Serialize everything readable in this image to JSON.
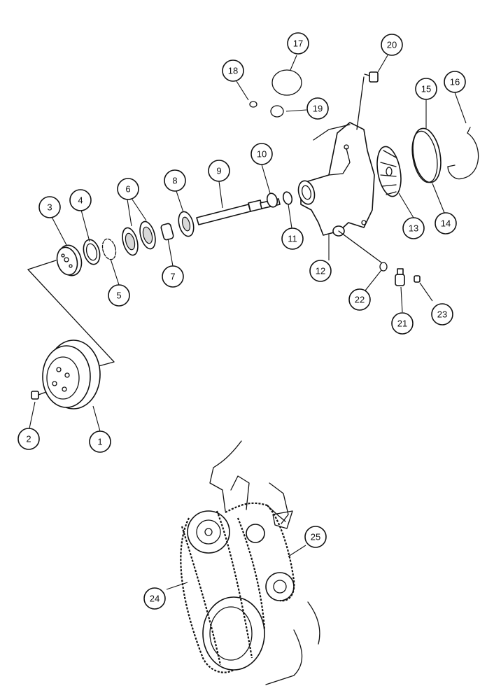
{
  "diagram": {
    "callouts": [
      {
        "id": "c1",
        "label": "1"
      },
      {
        "id": "c2",
        "label": "2"
      },
      {
        "id": "c3",
        "label": "3"
      },
      {
        "id": "c4",
        "label": "4"
      },
      {
        "id": "c5",
        "label": "5"
      },
      {
        "id": "c6",
        "label": "6"
      },
      {
        "id": "c7",
        "label": "7"
      },
      {
        "id": "c8",
        "label": "8"
      },
      {
        "id": "c9",
        "label": "9"
      },
      {
        "id": "c10",
        "label": "10"
      },
      {
        "id": "c11",
        "label": "11"
      },
      {
        "id": "c12",
        "label": "12"
      },
      {
        "id": "c13",
        "label": "13"
      },
      {
        "id": "c14",
        "label": "14"
      },
      {
        "id": "c15",
        "label": "15"
      },
      {
        "id": "c16",
        "label": "16"
      },
      {
        "id": "c17",
        "label": "17"
      },
      {
        "id": "c18",
        "label": "18"
      },
      {
        "id": "c19",
        "label": "19"
      },
      {
        "id": "c20",
        "label": "20"
      },
      {
        "id": "c21",
        "label": "21"
      },
      {
        "id": "c22",
        "label": "22"
      },
      {
        "id": "c23",
        "label": "23"
      },
      {
        "id": "c24",
        "label": "24"
      },
      {
        "id": "c25",
        "label": "25"
      }
    ]
  }
}
